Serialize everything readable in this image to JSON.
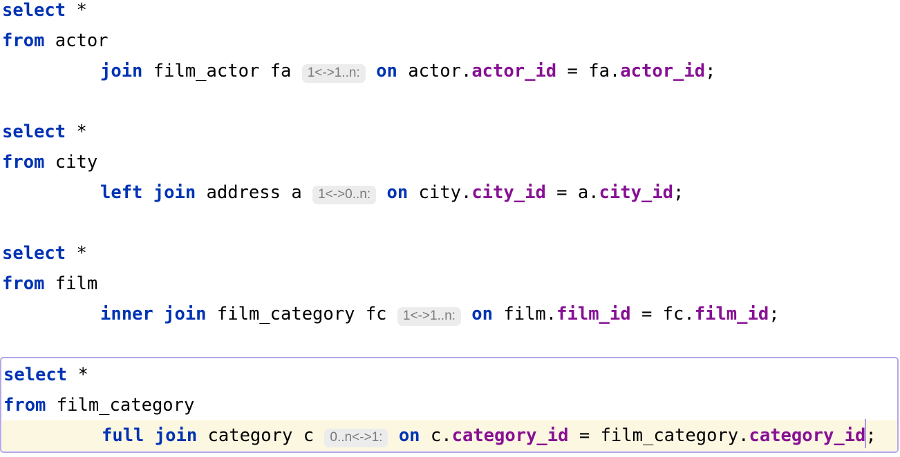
{
  "app": {
    "description": "SQL editor code view with join-cardinality inlay hints",
    "language": "SQL"
  },
  "colors": {
    "bg": "#ffffff",
    "kw": "#0033b3",
    "col": "#871094",
    "txt": "#000000",
    "hint-bg": "#ececec",
    "hint-txt": "#7a7a7a",
    "sel-border": "#b5a7e6",
    "caret-row": "#fcf7e1",
    "caret": "#a99ae0"
  },
  "editor": {
    "statements": [
      {
        "selected": false,
        "lines": [
          {
            "indent": false,
            "caret_row": false,
            "tokens": [
              {
                "c": "kw",
                "t": "select"
              },
              {
                "c": "pl",
                "t": " *"
              }
            ]
          },
          {
            "indent": false,
            "caret_row": false,
            "tokens": [
              {
                "c": "kw",
                "t": "from"
              },
              {
                "c": "pl",
                "t": " actor"
              }
            ]
          },
          {
            "indent": true,
            "caret_row": false,
            "tokens": [
              {
                "c": "kw",
                "t": "join"
              },
              {
                "c": "pl",
                "t": " film_actor fa "
              },
              {
                "c": "badge",
                "t": "1<->1..n:"
              },
              {
                "c": "pl",
                "t": " "
              },
              {
                "c": "kw",
                "t": "on"
              },
              {
                "c": "pl",
                "t": " actor."
              },
              {
                "c": "col",
                "t": "actor_id"
              },
              {
                "c": "pl",
                "t": " = fa."
              },
              {
                "c": "col",
                "t": "actor_id"
              },
              {
                "c": "pl",
                "t": ";"
              }
            ]
          }
        ]
      },
      {
        "selected": false,
        "lines": [
          {
            "indent": false,
            "caret_row": false,
            "tokens": [
              {
                "c": "kw",
                "t": "select"
              },
              {
                "c": "pl",
                "t": " *"
              }
            ]
          },
          {
            "indent": false,
            "caret_row": false,
            "tokens": [
              {
                "c": "kw",
                "t": "from"
              },
              {
                "c": "pl",
                "t": " city"
              }
            ]
          },
          {
            "indent": true,
            "caret_row": false,
            "tokens": [
              {
                "c": "kw",
                "t": "left join"
              },
              {
                "c": "pl",
                "t": " address a "
              },
              {
                "c": "badge",
                "t": "1<->0..n:"
              },
              {
                "c": "pl",
                "t": " "
              },
              {
                "c": "kw",
                "t": "on"
              },
              {
                "c": "pl",
                "t": " city."
              },
              {
                "c": "col",
                "t": "city_id"
              },
              {
                "c": "pl",
                "t": " = a."
              },
              {
                "c": "col",
                "t": "city_id"
              },
              {
                "c": "pl",
                "t": ";"
              }
            ]
          }
        ]
      },
      {
        "selected": false,
        "lines": [
          {
            "indent": false,
            "caret_row": false,
            "tokens": [
              {
                "c": "kw",
                "t": "select"
              },
              {
                "c": "pl",
                "t": " *"
              }
            ]
          },
          {
            "indent": false,
            "caret_row": false,
            "tokens": [
              {
                "c": "kw",
                "t": "from"
              },
              {
                "c": "pl",
                "t": " film"
              }
            ]
          },
          {
            "indent": true,
            "caret_row": false,
            "tokens": [
              {
                "c": "kw",
                "t": "inner join"
              },
              {
                "c": "pl",
                "t": " film_category fc "
              },
              {
                "c": "badge",
                "t": "1<->1..n:"
              },
              {
                "c": "pl",
                "t": " "
              },
              {
                "c": "kw",
                "t": "on"
              },
              {
                "c": "pl",
                "t": " film."
              },
              {
                "c": "col",
                "t": "film_id"
              },
              {
                "c": "pl",
                "t": " = fc."
              },
              {
                "c": "col",
                "t": "film_id"
              },
              {
                "c": "pl",
                "t": ";"
              }
            ]
          }
        ]
      },
      {
        "selected": true,
        "lines": [
          {
            "indent": false,
            "caret_row": false,
            "tokens": [
              {
                "c": "kw",
                "t": "select"
              },
              {
                "c": "pl",
                "t": " *"
              }
            ]
          },
          {
            "indent": false,
            "caret_row": false,
            "tokens": [
              {
                "c": "kw",
                "t": "from"
              },
              {
                "c": "pl",
                "t": " film_category"
              }
            ]
          },
          {
            "indent": true,
            "caret_row": true,
            "tokens": [
              {
                "c": "kw",
                "t": "full join"
              },
              {
                "c": "pl",
                "t": " category c "
              },
              {
                "c": "badge",
                "t": "0..n<->1:"
              },
              {
                "c": "pl",
                "t": " "
              },
              {
                "c": "kw",
                "t": "on"
              },
              {
                "c": "pl",
                "t": " c."
              },
              {
                "c": "col",
                "t": "category_id"
              },
              {
                "c": "pl",
                "t": " = film_category."
              },
              {
                "c": "col",
                "t": "category_id"
              },
              {
                "c": "caret",
                "t": ""
              },
              {
                "c": "pl",
                "t": ";"
              }
            ]
          }
        ]
      }
    ]
  }
}
